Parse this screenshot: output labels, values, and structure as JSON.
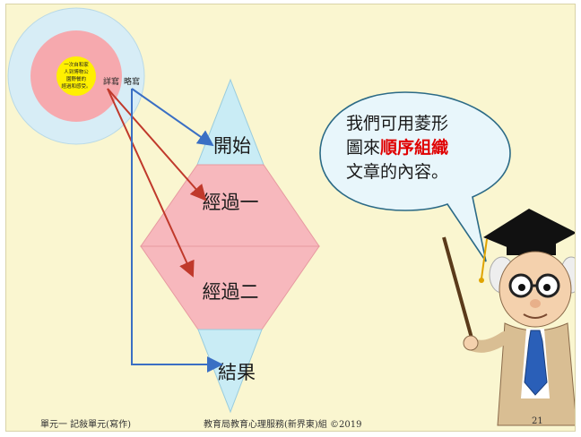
{
  "slide": {
    "background": "#faf6d0",
    "circles": {
      "inner_text_lines": [
        "一次自和家",
        "人到博物公",
        "園野餐的",
        "經過和感受。"
      ],
      "label_detail": "詳寫",
      "label_brief": "略寫",
      "colors": {
        "outer": "#d7edf6",
        "middle": "#f6a9ae",
        "inner": "#fff000"
      }
    },
    "diamond": {
      "sections": [
        "開始",
        "經過一",
        "經過二",
        "結果"
      ],
      "colors": {
        "ends": "#c9ecf5",
        "middle": "#f7b8bd",
        "stroke": "#99ccdd"
      }
    },
    "speech_bubble": {
      "line1": "我們可用菱形",
      "line2_prefix": "圖來",
      "line2_highlight": "順序組織",
      "line3": "文章的內容。",
      "highlight_color": "#e00000",
      "fill": "#e8f6fb",
      "stroke": "#2b6a86"
    },
    "arrows": {
      "red": "#c0392b",
      "blue": "#3a6fc4"
    },
    "teacher": {
      "name": "professor-illustration"
    },
    "footer": {
      "unit": "單元一  記敍單元(寫作)",
      "org": "教育局教育心理服務(新界東)組 ©2019",
      "page": "21"
    }
  }
}
